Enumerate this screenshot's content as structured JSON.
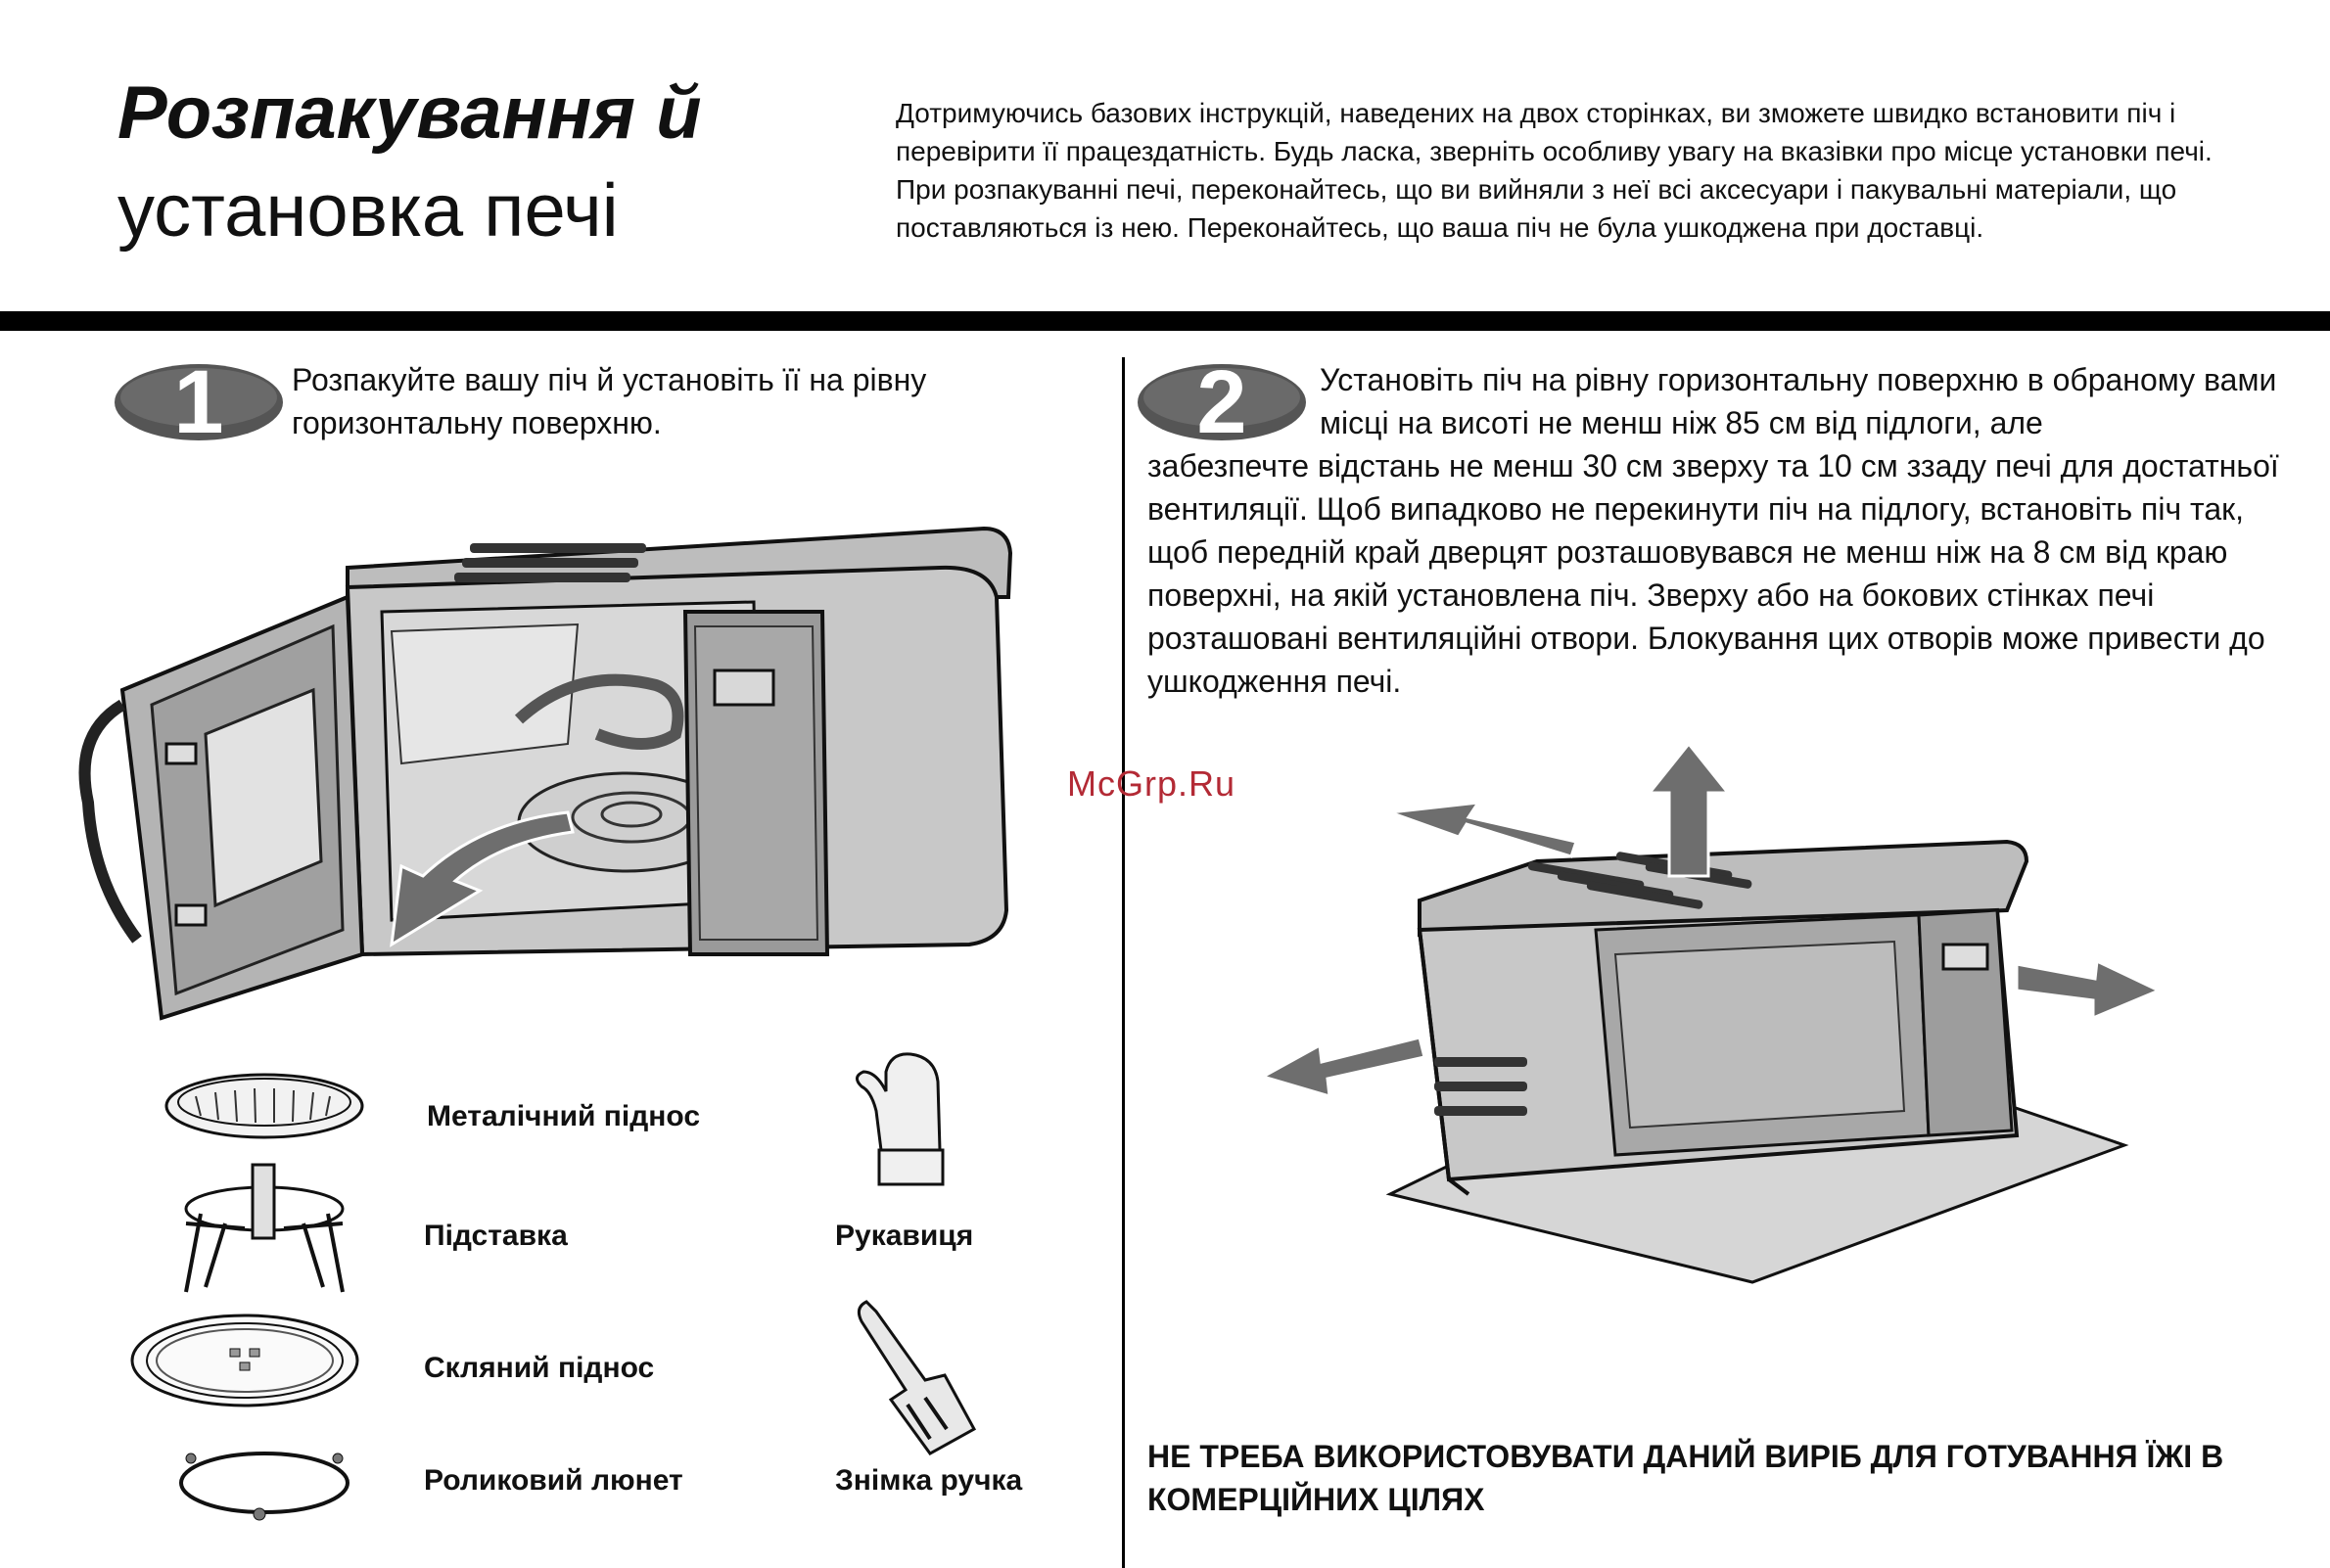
{
  "header": {
    "title_line1": "Розпакування й",
    "title_line2": "установка печі",
    "intro": "Дотримуючись базових інструкцій, наведених на двох сторінках, ви зможете швидко встановити піч і перевірити її працездатність. Будь ласка, зверніть особливу увагу на вказівки про місце установки печі. При розпакуванні печі, переконайтесь, що ви вийняли з неї всі аксесуари і пакувальні матеріали, що поставляються із нею. Переконайтесь, що ваша піч не була ушкоджена при доставці."
  },
  "step1": {
    "number": "1",
    "text": "Розпакуйте вашу піч й установіть її на рівну горизонтальну поверхню."
  },
  "step2": {
    "number": "2",
    "text_top": "Установіть піч на рівну горизонтальну поверхню в обраному вами місці на висоті не менш ніж 85 см від підлоги, але",
    "text_rest": "забезпечте відстань не менш 30 см зверху та 10 см ззаду печі для достатньої вентиляції. Щоб випадково не перекинути піч на підлогу, встановіть піч так, щоб передній край дверцят розташовувався не менш ніж на 8 см від краю поверхні, на якій установлена піч. Зверху або на бокових стінках печі розташовані вентиляційні отвори. Блокування цих отворів може привести до ушкодження печі."
  },
  "accessories": {
    "metal_tray": "Металічний піднос",
    "stand": "Підставка",
    "glass_tray": "Скляний піднос",
    "roller_ring": "Роликовий люнет",
    "mitt": "Рукавиця",
    "handle": "Знімка ручка"
  },
  "warning": "НЕ ТРЕБА ВИКОРИСТОВУВАТИ ДАНИЙ ВИРІБ ДЛЯ ГОТУВАННЯ ЇЖІ В КОМЕРЦІЙНИХ ЦІЛЯХ",
  "watermark": "McGrp.Ru",
  "colors": {
    "rule": "#000000",
    "badge": "#555555",
    "oven_body": "#c8c8c8",
    "oven_dark": "#8a8a8a",
    "arrow": "#6e6e6e",
    "watermark": "#b32a35"
  }
}
